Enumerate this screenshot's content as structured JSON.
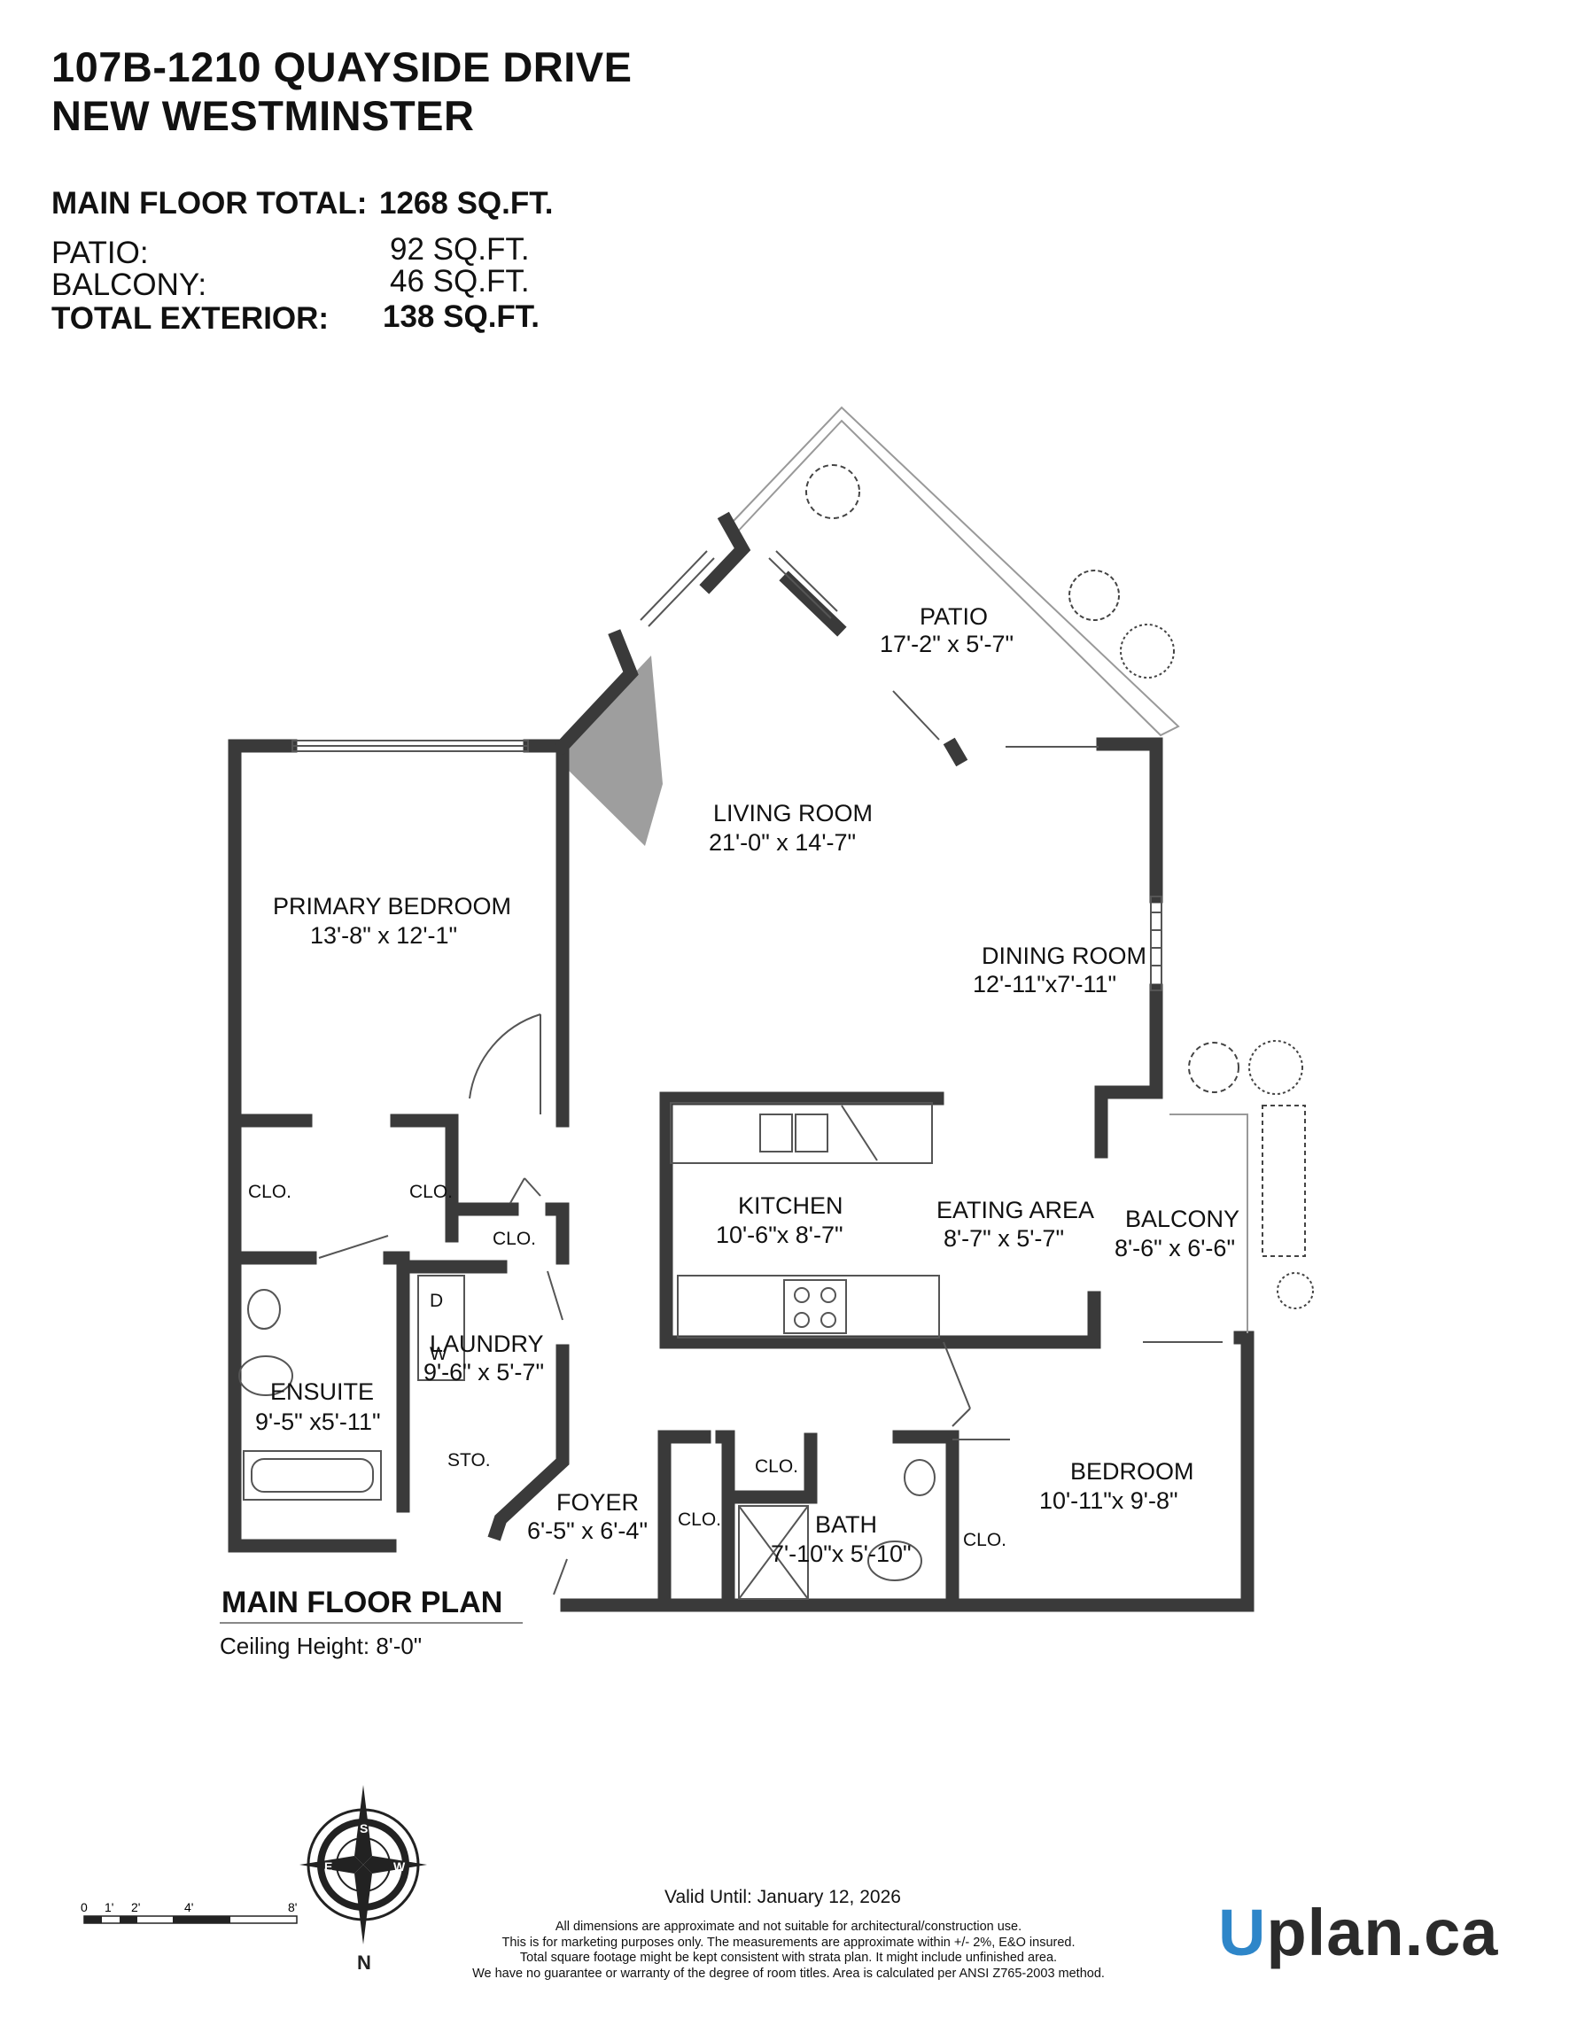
{
  "header": {
    "address_line1": "107B-1210 QUAYSIDE DRIVE",
    "address_line2": "NEW WESTMINSTER"
  },
  "summary": {
    "main_floor_label": "MAIN FLOOR TOTAL:",
    "main_floor_value": "1268 SQ.FT.",
    "patio_label": "PATIO:",
    "patio_value": "92 SQ.FT.",
    "balcony_label": "BALCONY:",
    "balcony_value": "46 SQ.FT.",
    "total_exterior_label": "TOTAL EXTERIOR:",
    "total_exterior_value": "138 SQ.FT."
  },
  "rooms": {
    "patio": {
      "name": "PATIO",
      "size": "17'-2\" x  5'-7\""
    },
    "living_room": {
      "name": "LIVING ROOM",
      "size": "21'-0\" x 14'-7\""
    },
    "primary_bedroom": {
      "name": "PRIMARY BEDROOM",
      "size": "13'-8\" x 12'-1\""
    },
    "dining_room": {
      "name": "DINING ROOM",
      "size": "12'-11\"x7'-11\""
    },
    "kitchen": {
      "name": "KITCHEN",
      "size": "10'-6\"x 8'-7\""
    },
    "eating_area": {
      "name": "EATING AREA",
      "size": "8'-7\" x 5'-7\""
    },
    "balcony": {
      "name": "BALCONY",
      "size": "8'-6\" x 6'-6\""
    },
    "laundry": {
      "name": "LAUNDRY",
      "size": "9'-6\" x 5'-7\""
    },
    "ensuite": {
      "name": "ENSUITE",
      "size": "9'-5\" x5'-11\""
    },
    "foyer": {
      "name": "FOYER",
      "size": "6'-5\" x 6'-4\""
    },
    "bath": {
      "name": "BATH",
      "size": "7'-10\"x 5'-10\""
    },
    "bedroom": {
      "name": "BEDROOM",
      "size": "10'-11\"x 9'-8\""
    }
  },
  "small_labels": {
    "closet": "CLO.",
    "storage": "STO.",
    "washer": "W",
    "dryer": "D"
  },
  "plan_info": {
    "title": "MAIN FLOOR PLAN",
    "ceiling": "Ceiling Height: 8'-0\""
  },
  "scale_bar": {
    "labels": [
      "0",
      "1'",
      "2'",
      "4'",
      "8'"
    ]
  },
  "compass": {
    "letters": [
      "N",
      "E",
      "S",
      "W"
    ]
  },
  "footer": {
    "valid_until": "Valid Until: January 12, 2026",
    "disclaimer": [
      "All dimensions are approximate and not suitable for architectural/construction use.",
      "This is for marketing purposes only. The measurements are approximate within +/- 2%, E&O insured.",
      "Total square footage might be kept consistent with strata plan. It might include unfinished area.",
      "We have no guarantee or warranty of the degree of room titles. Area is calculated per ANSI Z765-2003 method."
    ],
    "logo_u": "U",
    "logo_rest": "plan.ca"
  },
  "colors": {
    "wall": "#3a3a3a",
    "fireplace": "#9e9e9e",
    "logo_blue": "#2e86c9"
  }
}
